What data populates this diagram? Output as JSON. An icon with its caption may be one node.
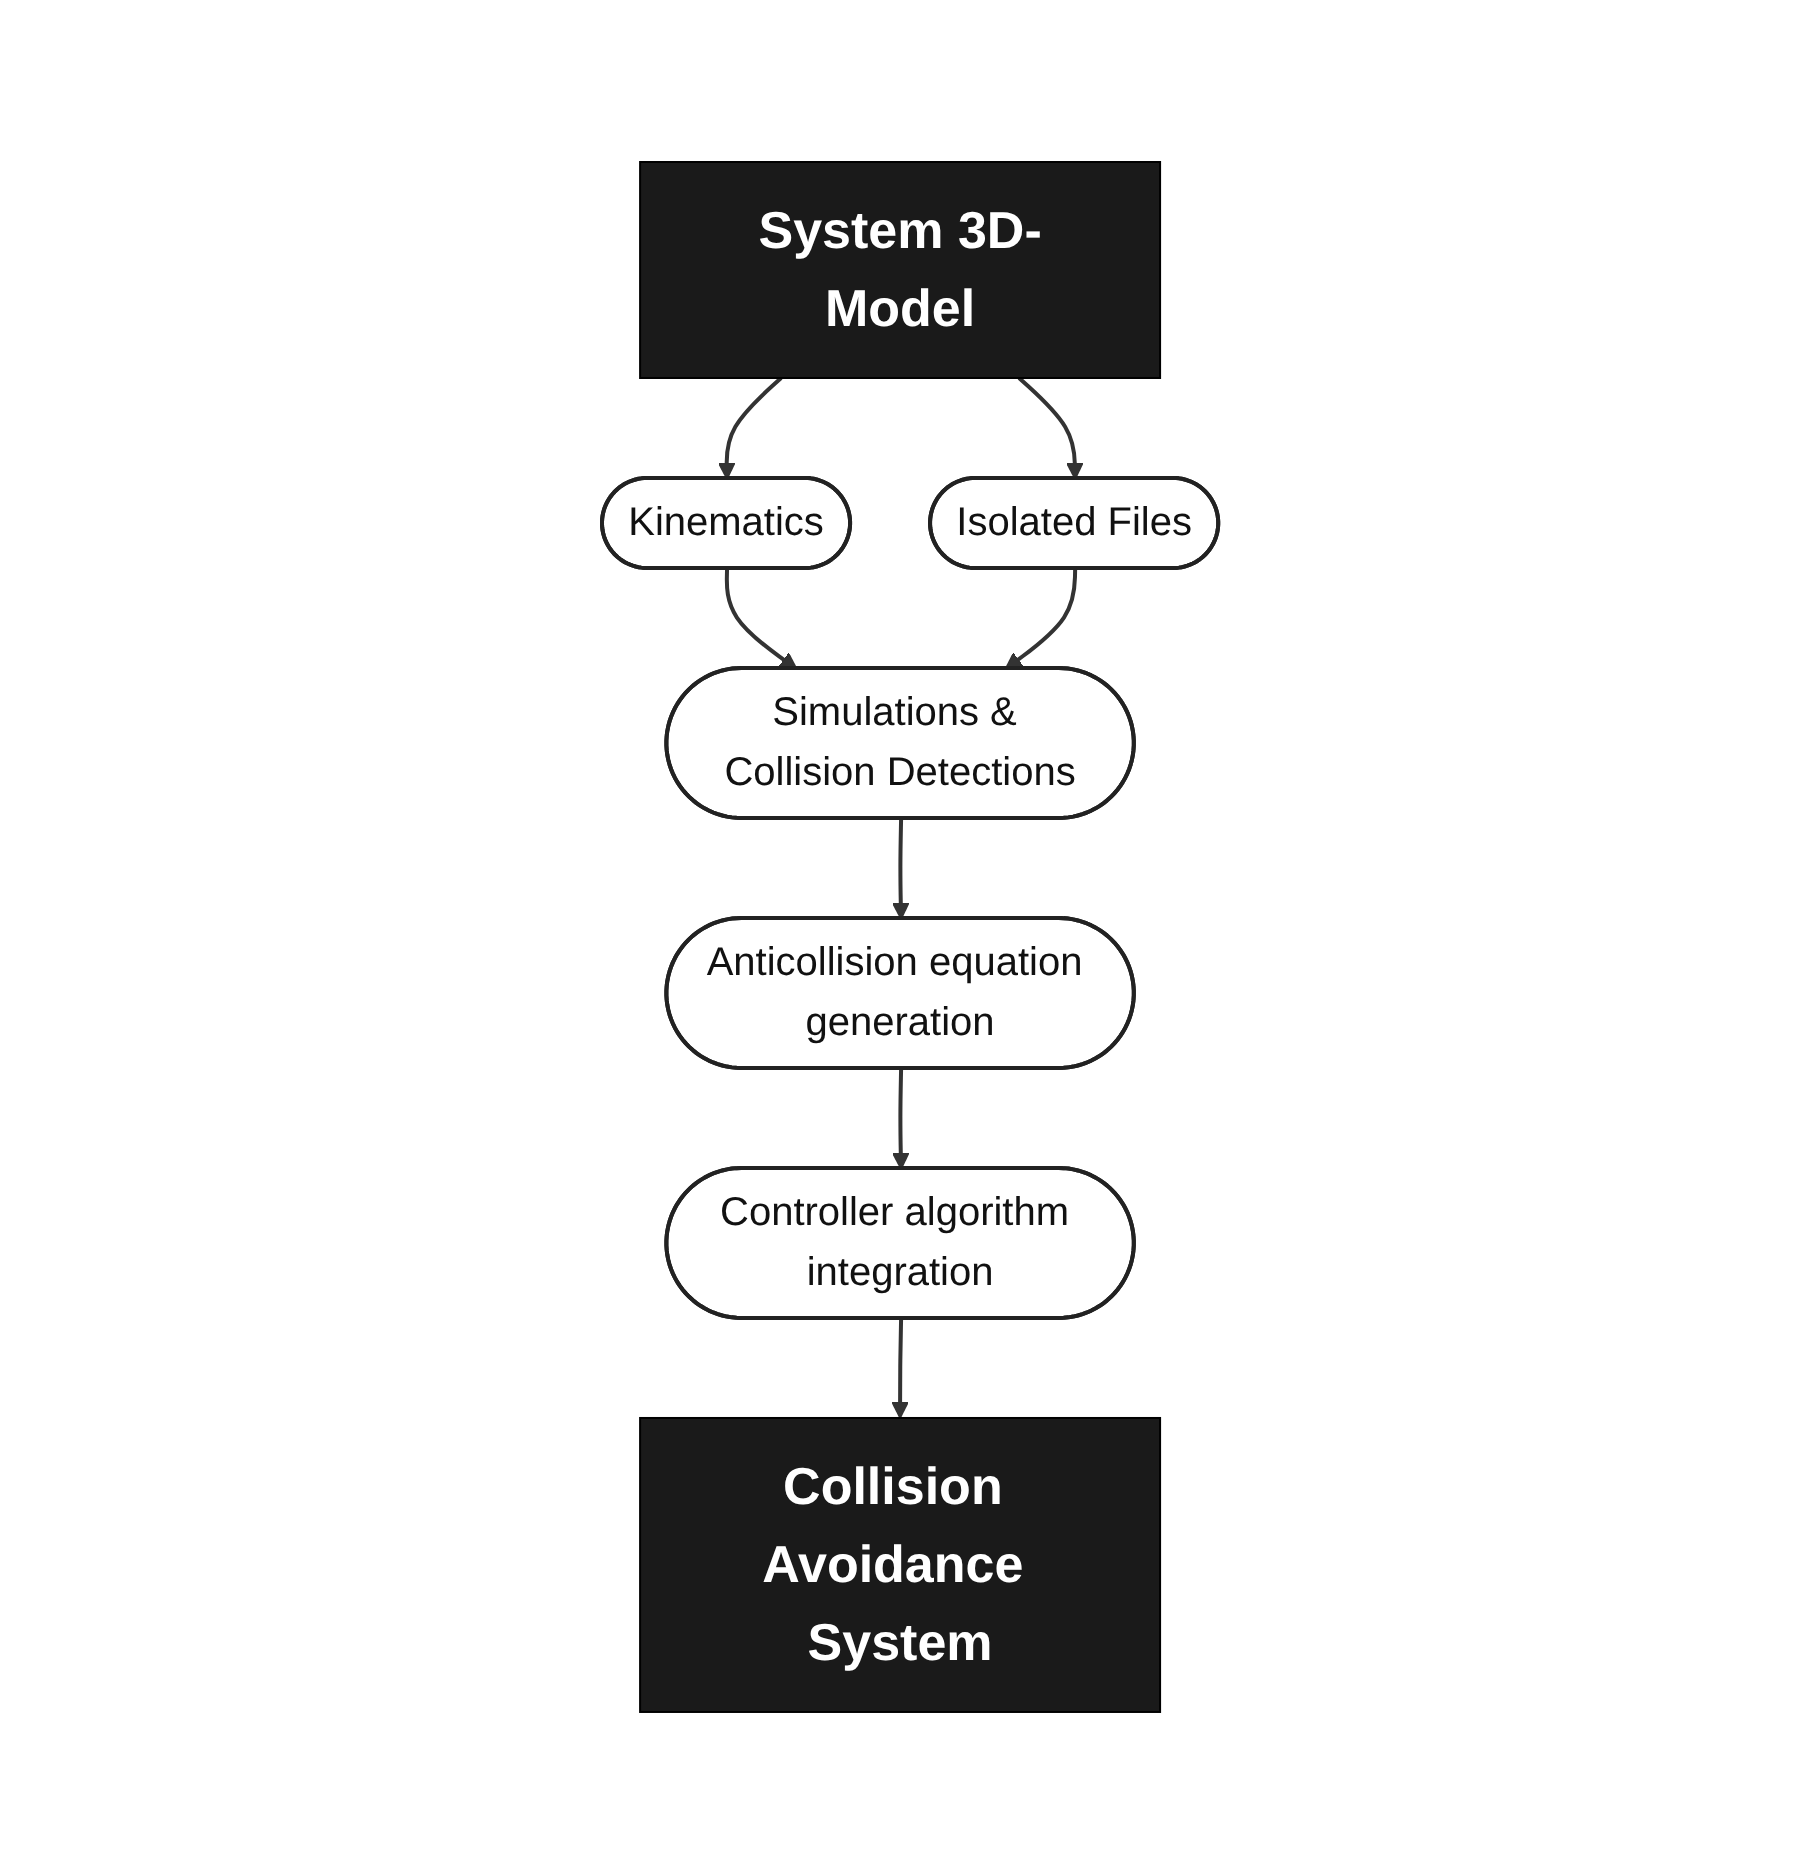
{
  "diagram": {
    "nodes": [
      {
        "text": [
          "System 3D-Model"
        ]
      },
      {
        "text": [
          "Kinematics"
        ]
      },
      {
        "text": [
          "Isolated Files"
        ]
      },
      {
        "text": [
          "Simulations & Collision Detections"
        ]
      },
      {
        "text": [
          "Anticollision equation generation"
        ]
      },
      {
        "text": [
          "Controller algorithm integration"
        ]
      },
      {
        "text": [
          "Collision Avoidance System"
        ]
      }
    ],
    "edges": [
      {
        "from": 0,
        "to": 1,
        "arrow": "to"
      },
      {
        "from": 0,
        "to": 2,
        "arrow": "to"
      },
      {
        "from": 1,
        "to": 3,
        "arrow": "to"
      },
      {
        "from": 2,
        "to": 3,
        "arrow": "to"
      },
      {
        "from": 3,
        "to": 4,
        "arrow": "to"
      },
      {
        "from": 4,
        "to": 5,
        "arrow": "to"
      },
      {
        "from": 5,
        "to": 6,
        "arrow": "to"
      }
    ]
  }
}
